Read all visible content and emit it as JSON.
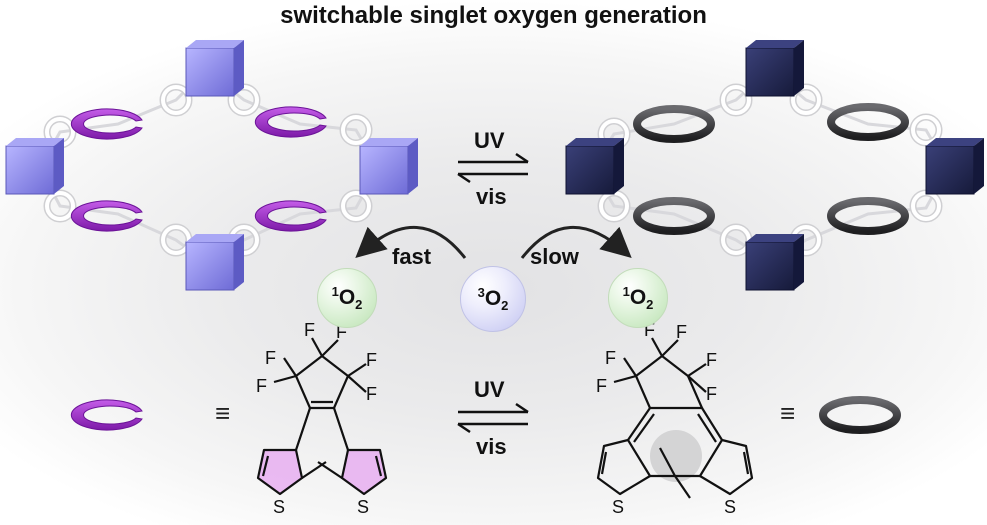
{
  "title": "switchable singlet oxygen generation",
  "switch_top": {
    "forward": "UV",
    "backward": "vis"
  },
  "switch_bottom": {
    "forward": "UV",
    "backward": "vis"
  },
  "pathway_fast": "fast",
  "pathway_slow": "slow",
  "species": {
    "singlet_left": {
      "sup": "1",
      "base": "O",
      "sub": "2"
    },
    "triplet": {
      "sup": "3",
      "base": "O",
      "sub": "2"
    },
    "singlet_right": {
      "sup": "1",
      "base": "O",
      "sub": "2"
    }
  },
  "equiv_symbol": "≡",
  "atoms": {
    "fluorine": "F",
    "sulfur": "S"
  },
  "colors": {
    "open_linker": "#9b2fd1",
    "closed_linker": "#3b3b3d",
    "open_node": "#8e8ce8",
    "closed_node": "#252a55",
    "ring_connector": "#ffffff"
  }
}
